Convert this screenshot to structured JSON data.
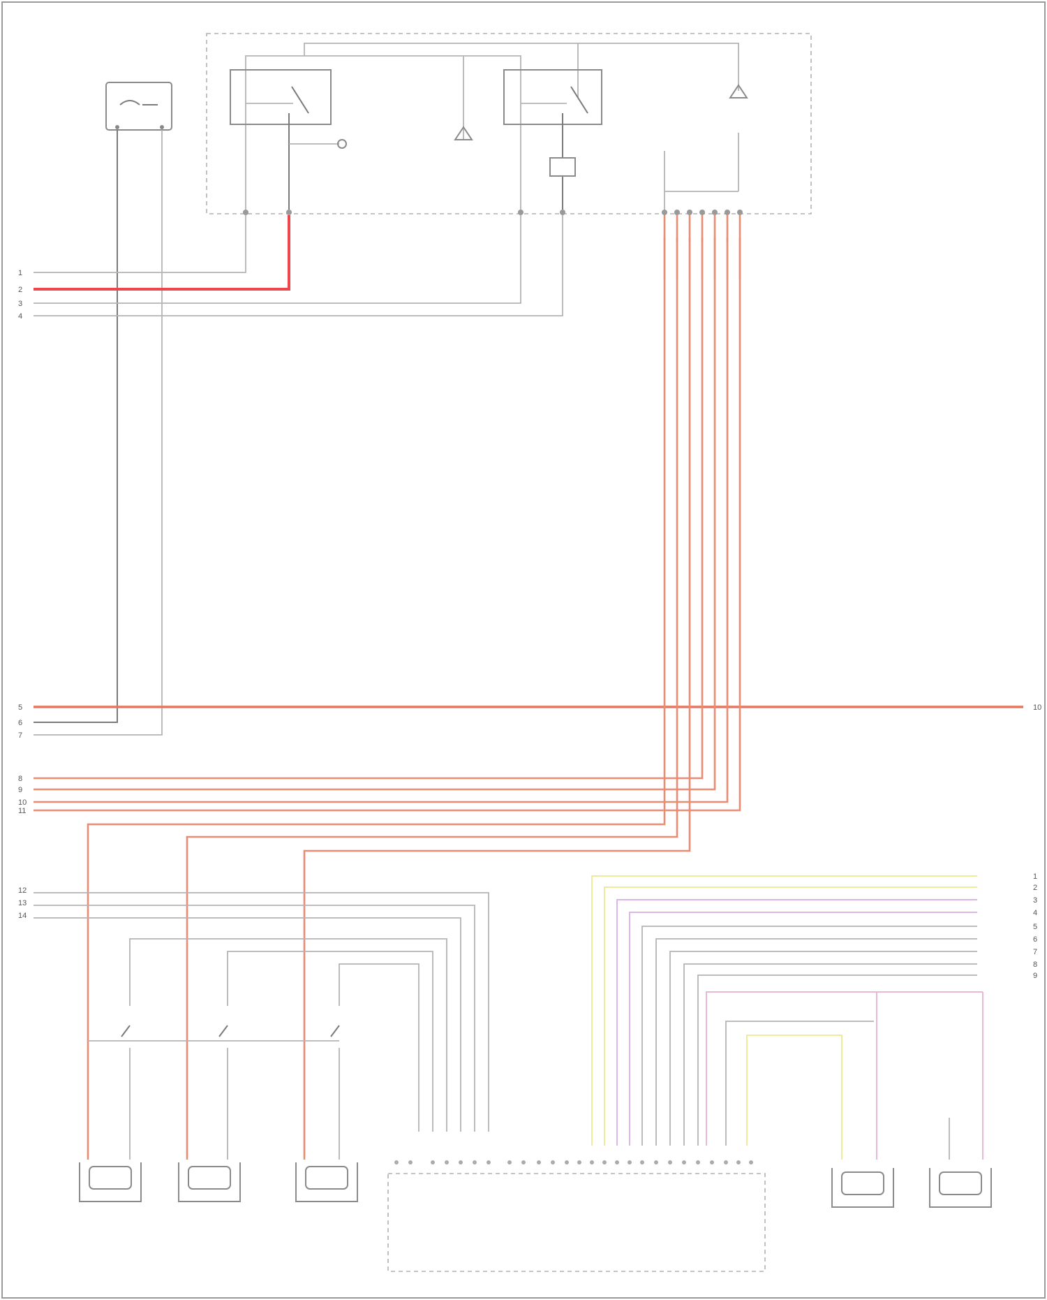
{
  "diagram": {
    "footer_code": "",
    "top_left_component": [
      "",
      "",
      "",
      "",
      ""
    ],
    "top_frame_caption": [
      "",
      "",
      "",
      "",
      "",
      ""
    ],
    "relay_left": [
      "",
      "",
      "",
      ""
    ],
    "relay_right": [
      "",
      "",
      ""
    ],
    "fuse_left": [
      "",
      "",
      ""
    ],
    "fuse_mid": [
      "",
      ""
    ],
    "fuse_right": [
      "",
      "",
      ""
    ],
    "fuse_labels": [
      "",
      "",
      "",
      "",
      ""
    ],
    "left_pins": [
      "1",
      "2",
      "3",
      "4",
      "5",
      "6",
      "7",
      "8",
      "9",
      "10",
      "11",
      "12",
      "13",
      "14"
    ],
    "right_pins": [
      "1",
      "2",
      "3",
      "4",
      "5",
      "6",
      "7",
      "8",
      "9",
      "10"
    ],
    "wire_labels_left": [
      "",
      "",
      "",
      "",
      "",
      "",
      "",
      "",
      "",
      "",
      "",
      "",
      "",
      ""
    ],
    "wire_labels_right": [
      "",
      "",
      "",
      "",
      "",
      "",
      "",
      "",
      "",
      ""
    ],
    "injector_captions": [
      [
        "",
        "",
        "",
        "",
        ""
      ],
      [
        "",
        "",
        "",
        "",
        ""
      ],
      [
        "",
        "",
        "",
        "",
        ""
      ]
    ],
    "ecm_caption": "",
    "coil_captions": [
      [
        "",
        "",
        "",
        ""
      ],
      [
        "",
        "",
        "",
        ""
      ]
    ]
  }
}
